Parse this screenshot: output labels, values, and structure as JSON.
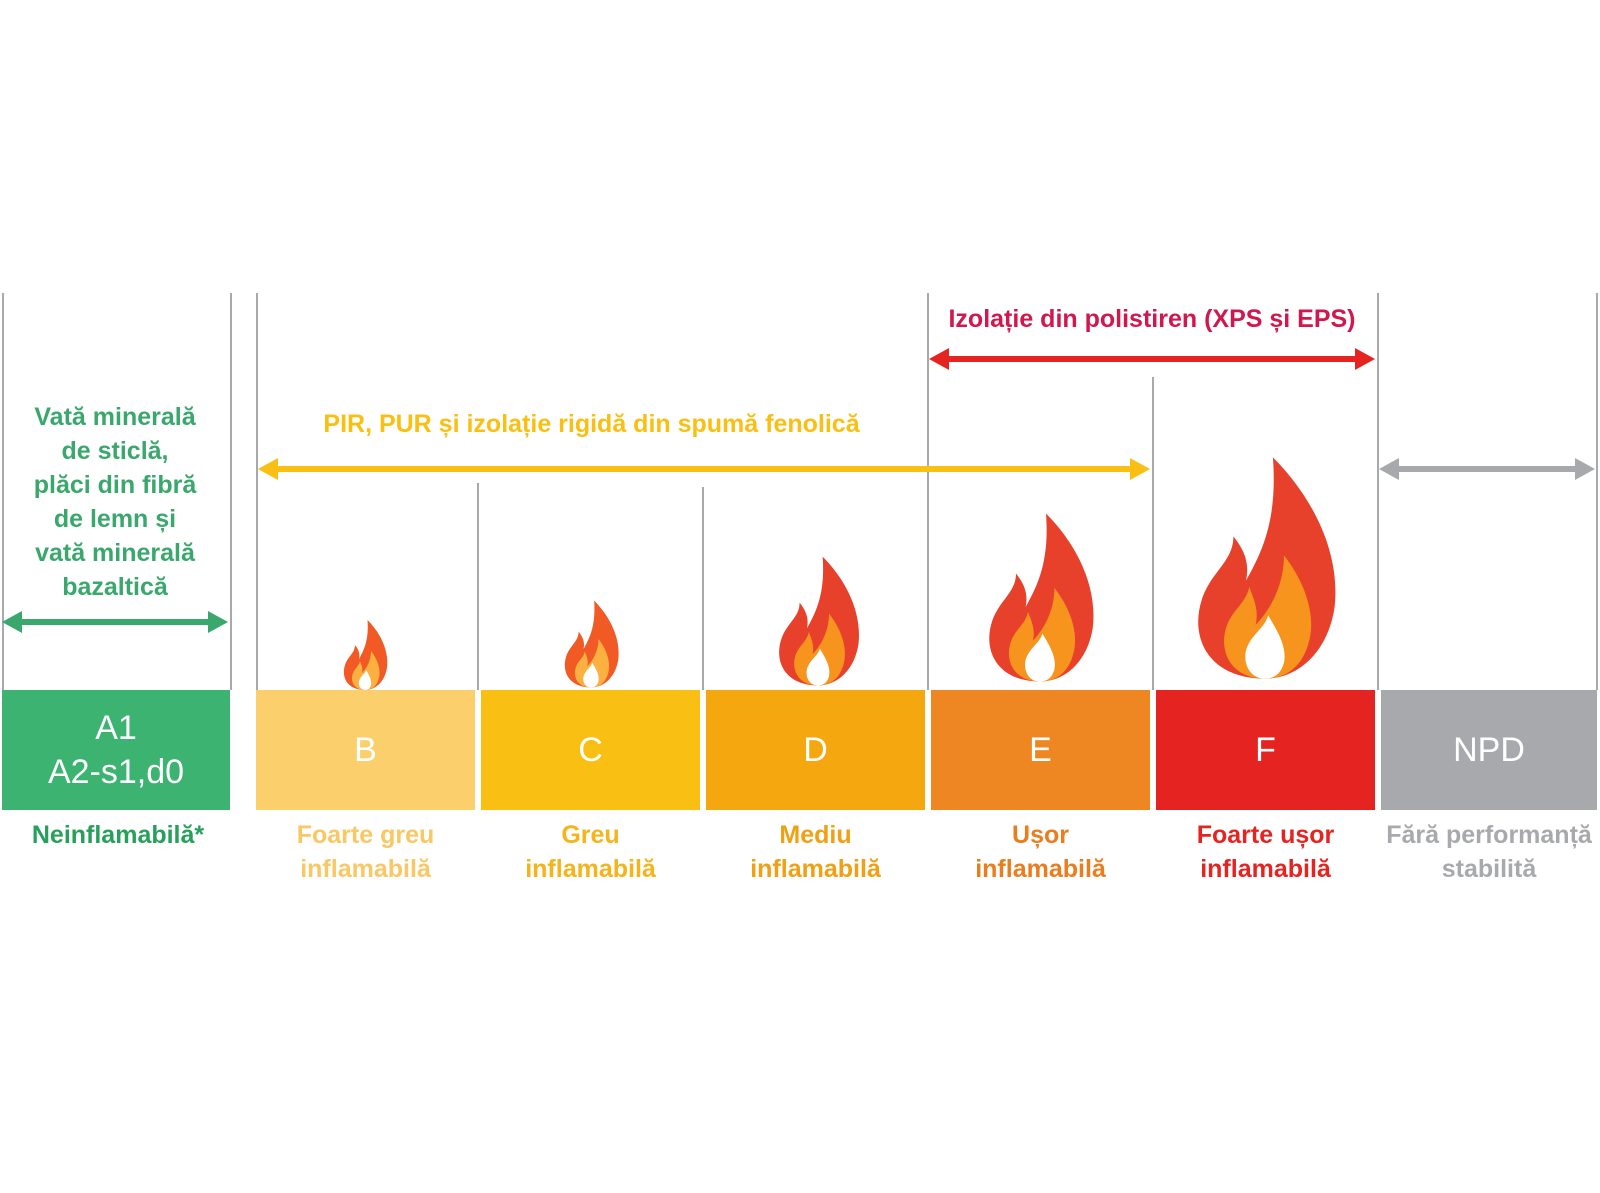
{
  "classes": [
    {
      "code_line1": "A1",
      "code_line2": "A2-s1,d0",
      "desc_line1": "Neinflamabilă*",
      "desc_line2": "",
      "box_color": "#3cb371",
      "text_color": "#27a05b"
    },
    {
      "code_line1": "B",
      "code_line2": "",
      "desc_line1": "Foarte greu",
      "desc_line2": "inflamabilă",
      "box_color": "#fbcf6c",
      "text_color": "#f9c764"
    },
    {
      "code_line1": "C",
      "code_line2": "",
      "desc_line1": "Greu",
      "desc_line2": "inflamabilă",
      "box_color": "#f9bf12",
      "text_color": "#f4b41a"
    },
    {
      "code_line1": "D",
      "code_line2": "",
      "desc_line1": "Mediu",
      "desc_line2": "inflamabilă",
      "box_color": "#f5a70f",
      "text_color": "#f0a012"
    },
    {
      "code_line1": "E",
      "code_line2": "",
      "desc_line1": "Ușor",
      "desc_line2": "inflamabilă",
      "box_color": "#ee8722",
      "text_color": "#ea7d1e"
    },
    {
      "code_line1": "F",
      "code_line2": "",
      "desc_line1": "Foarte ușor",
      "desc_line2": "inflamabilă",
      "box_color": "#e52421",
      "text_color": "#e52421"
    },
    {
      "code_line1": "NPD",
      "code_line2": "",
      "desc_line1": "Fără performanță",
      "desc_line2": "stabilită",
      "box_color": "#a7a9ac",
      "text_color": "#a7a9ac"
    }
  ],
  "ranges": {
    "mineral_wool": {
      "lines": [
        "Vată minerală",
        "de sticlă,",
        "plăci din fibră",
        "de lemn și",
        "vată minerală",
        "bazaltică"
      ],
      "color": "#3aa76d"
    },
    "pir_pur": {
      "label": "PIR, PUR și izolație rigidă din spumă fenolică",
      "color": "#f9bf12"
    },
    "polystyrene": {
      "label": "Izolație din polistiren (XPS și EPS)",
      "color": "#d1174d",
      "arrow_color": "#e52421"
    },
    "npd": {
      "label": "",
      "color": "#a7a9ac"
    }
  },
  "flames": {
    "icon": "flame-icon",
    "count": 5,
    "colors": [
      "#fbb040",
      "#f7941d",
      "#f15a24",
      "#c1272d"
    ]
  }
}
